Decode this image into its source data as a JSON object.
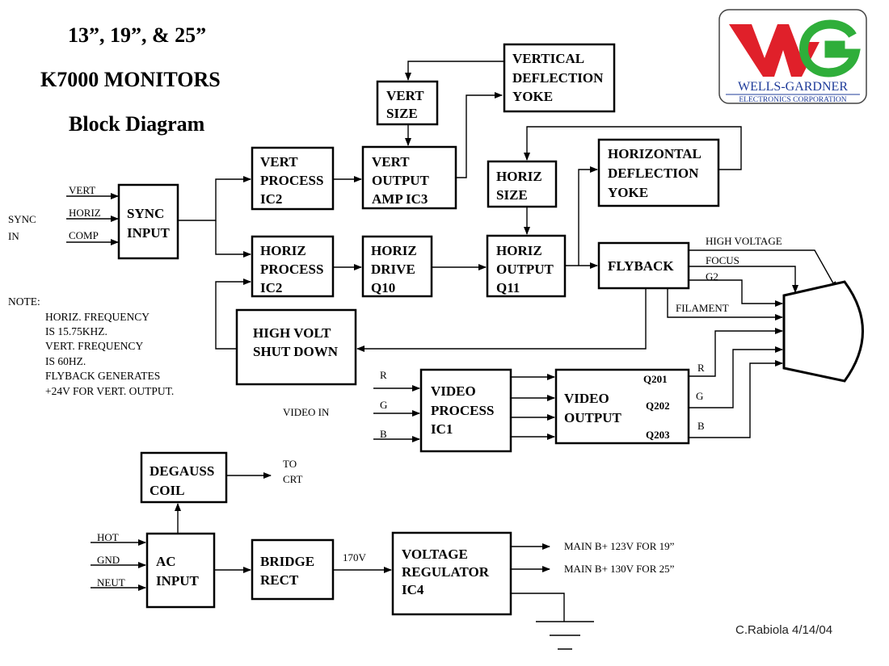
{
  "title": {
    "line1": "13”, 19”, & 25”",
    "line2": "K7000 MONITORS",
    "line3": "Block Diagram"
  },
  "logo": {
    "company": "WELLS-GARDNER",
    "subtitle": "ELECTRONICS CORPORATION",
    "colors": {
      "red": "#e0202a",
      "green": "#2fae3a",
      "blue": "#1f3c9a"
    }
  },
  "blocks": {
    "sync_input": [
      "SYNC",
      "INPUT"
    ],
    "vert_process": [
      "VERT",
      "PROCESS",
      "IC2"
    ],
    "horiz_process": [
      "HORIZ",
      "PROCESS",
      "IC2"
    ],
    "vert_size": [
      "VERT",
      "SIZE"
    ],
    "vert_output": [
      "VERT",
      "OUTPUT",
      "AMP IC3"
    ],
    "vertical_yoke": [
      "VERTICAL",
      "DEFLECTION",
      "YOKE"
    ],
    "horiz_size": [
      "HORIZ",
      "SIZE"
    ],
    "horizontal_yoke": [
      "HORIZONTAL",
      "DEFLECTION",
      "YOKE"
    ],
    "horiz_drive": [
      "HORIZ",
      "DRIVE",
      "Q10"
    ],
    "horiz_output": [
      "HORIZ",
      "OUTPUT",
      "Q11"
    ],
    "flyback": [
      "FLYBACK"
    ],
    "high_volt_shutdown": [
      "HIGH VOLT",
      "SHUT DOWN"
    ],
    "video_process": [
      "VIDEO",
      "PROCESS",
      "IC1"
    ],
    "video_output": [
      "VIDEO",
      "OUTPUT"
    ],
    "degauss_coil": [
      "DEGAUSS",
      "COIL"
    ],
    "ac_input": [
      "AC",
      "INPUT"
    ],
    "bridge_rect": [
      "BRIDGE",
      "RECT"
    ],
    "voltage_regulator": [
      "VOLTAGE",
      "REGULATOR",
      "IC4"
    ]
  },
  "signals": {
    "sync_in": [
      "SYNC",
      "IN"
    ],
    "vert": "VERT",
    "horiz": "HORIZ",
    "comp": "COMP",
    "high_voltage": "HIGH VOLTAGE",
    "focus": "FOCUS",
    "g2": "G2",
    "filament": "FILAMENT",
    "video_in": "VIDEO IN",
    "r_in": "R",
    "g_in": "G",
    "b_in": "B",
    "r_out": "R",
    "g_out": "G",
    "b_out": "B",
    "q201": "Q201",
    "q202": "Q202",
    "q203": "Q203",
    "to_crt": [
      "TO",
      "CRT"
    ],
    "hot": "HOT",
    "gnd": "GND",
    "neut": "NEUT",
    "v170": "170V",
    "main_b_19": "MAIN B+ 123V FOR 19”",
    "main_b_25": "MAIN B+ 130V FOR 25”"
  },
  "note": {
    "heading": "NOTE:",
    "lines": [
      "HORIZ. FREQUENCY",
      "IS 15.75KHZ.",
      "VERT. FREQUENCY",
      "IS 60HZ.",
      "FLYBACK GENERATES",
      "+24V FOR VERT. OUTPUT."
    ]
  },
  "signature": "C.Rabiola 4/14/04"
}
